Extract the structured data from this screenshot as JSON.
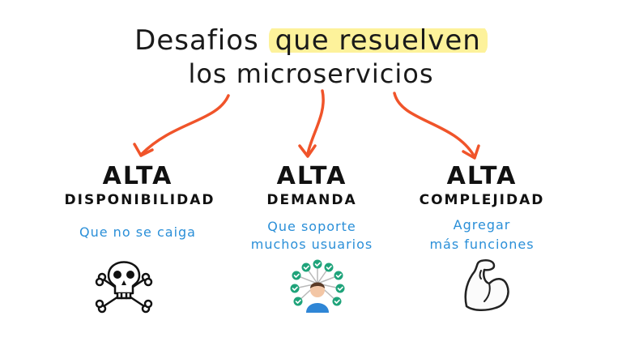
{
  "title": {
    "line1_start": "Desafios",
    "line1_highlight": "que resuelven",
    "line2": "los microservicios"
  },
  "columns": [
    {
      "heading": "ALTA",
      "subheading": "DISPONIBILIDAD",
      "note_lines": [
        "Que no se caiga"
      ],
      "icon": "skull-crossbones-icon"
    },
    {
      "heading": "ALTA",
      "subheading": "DEMANDA",
      "note_lines": [
        "Que soporte",
        "muchos usuarios"
      ],
      "icon": "user-connections-icon"
    },
    {
      "heading": "ALTA",
      "subheading": "COMPLEJIDAD",
      "note_lines": [
        "Agregar",
        "más funciones"
      ],
      "icon": "flexed-biceps-icon"
    }
  ],
  "colors": {
    "arrow": "#f0542a",
    "highlight": "#fdf29b",
    "note": "#2a8fd8",
    "check": "#1fa37a",
    "person_shirt": "#2f86d6"
  }
}
